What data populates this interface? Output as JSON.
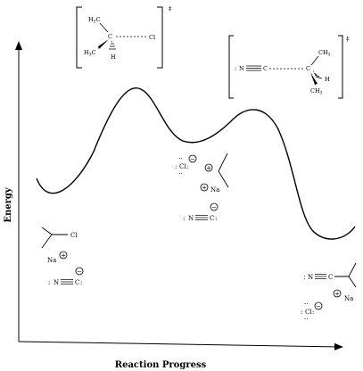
{
  "axes": {
    "y_label": "Energy",
    "x_label": "Reaction Progress"
  },
  "transition_state_1": {
    "h3c_top": "H",
    "h3c_top_sub": "3",
    "h3c_top_c": "C",
    "c_center": "C",
    "cl": "Cl",
    "h3c_left": "H",
    "h3c_left_sub": "3",
    "h3c_left_c": "C",
    "h": "H",
    "dagger": "‡"
  },
  "transition_state_2": {
    "n": "N",
    "c_nitrile": "C",
    "c_center": "C",
    "ch3_top": "CH",
    "ch3_top_sub": "3",
    "h": "H",
    "ch3_bottom": "CH",
    "ch3_bottom_sub": "3",
    "dagger": "‡"
  },
  "reactants": {
    "cl": "Cl",
    "na": "Na",
    "plus": "+",
    "n": "N",
    "c": "C",
    "minus": "−"
  },
  "intermediate": {
    "cl": "Cl",
    "minus": "−",
    "plus": "+",
    "na": "Na",
    "n": "N",
    "c": "C",
    "minus2": "−"
  },
  "products": {
    "n": "N",
    "c": "C",
    "plus": "+",
    "na": "Na",
    "cl": "Cl",
    "minus": "−"
  }
}
